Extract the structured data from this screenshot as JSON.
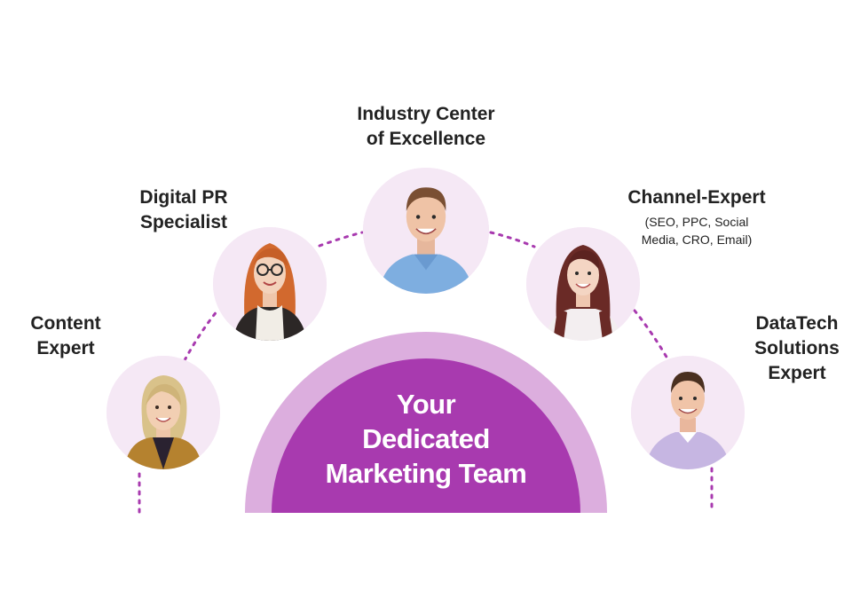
{
  "center": {
    "title": "Your\nDedicated\nMarketing Team",
    "inner_color": "#a83aaf",
    "outer_color": "#dcaede"
  },
  "connector_color": "#a83aaf",
  "circle_bg": "#f5e8f5",
  "team": [
    {
      "role": "Content\nExpert",
      "photo": "woman-blonde-portrait"
    },
    {
      "role": "Digital PR\nSpecialist",
      "photo": "woman-red-hair-glasses-portrait"
    },
    {
      "role": "Industry Center\nof Excellence",
      "photo": "man-blue-polo-portrait"
    },
    {
      "role": "Channel-Expert",
      "detail": "(SEO, PPC, Social\nMedia, CRO, Email)",
      "photo": "woman-auburn-hair-portrait"
    },
    {
      "role": "DataTech\nSolutions\nExpert",
      "photo": "man-lavender-shirt-portrait"
    }
  ]
}
